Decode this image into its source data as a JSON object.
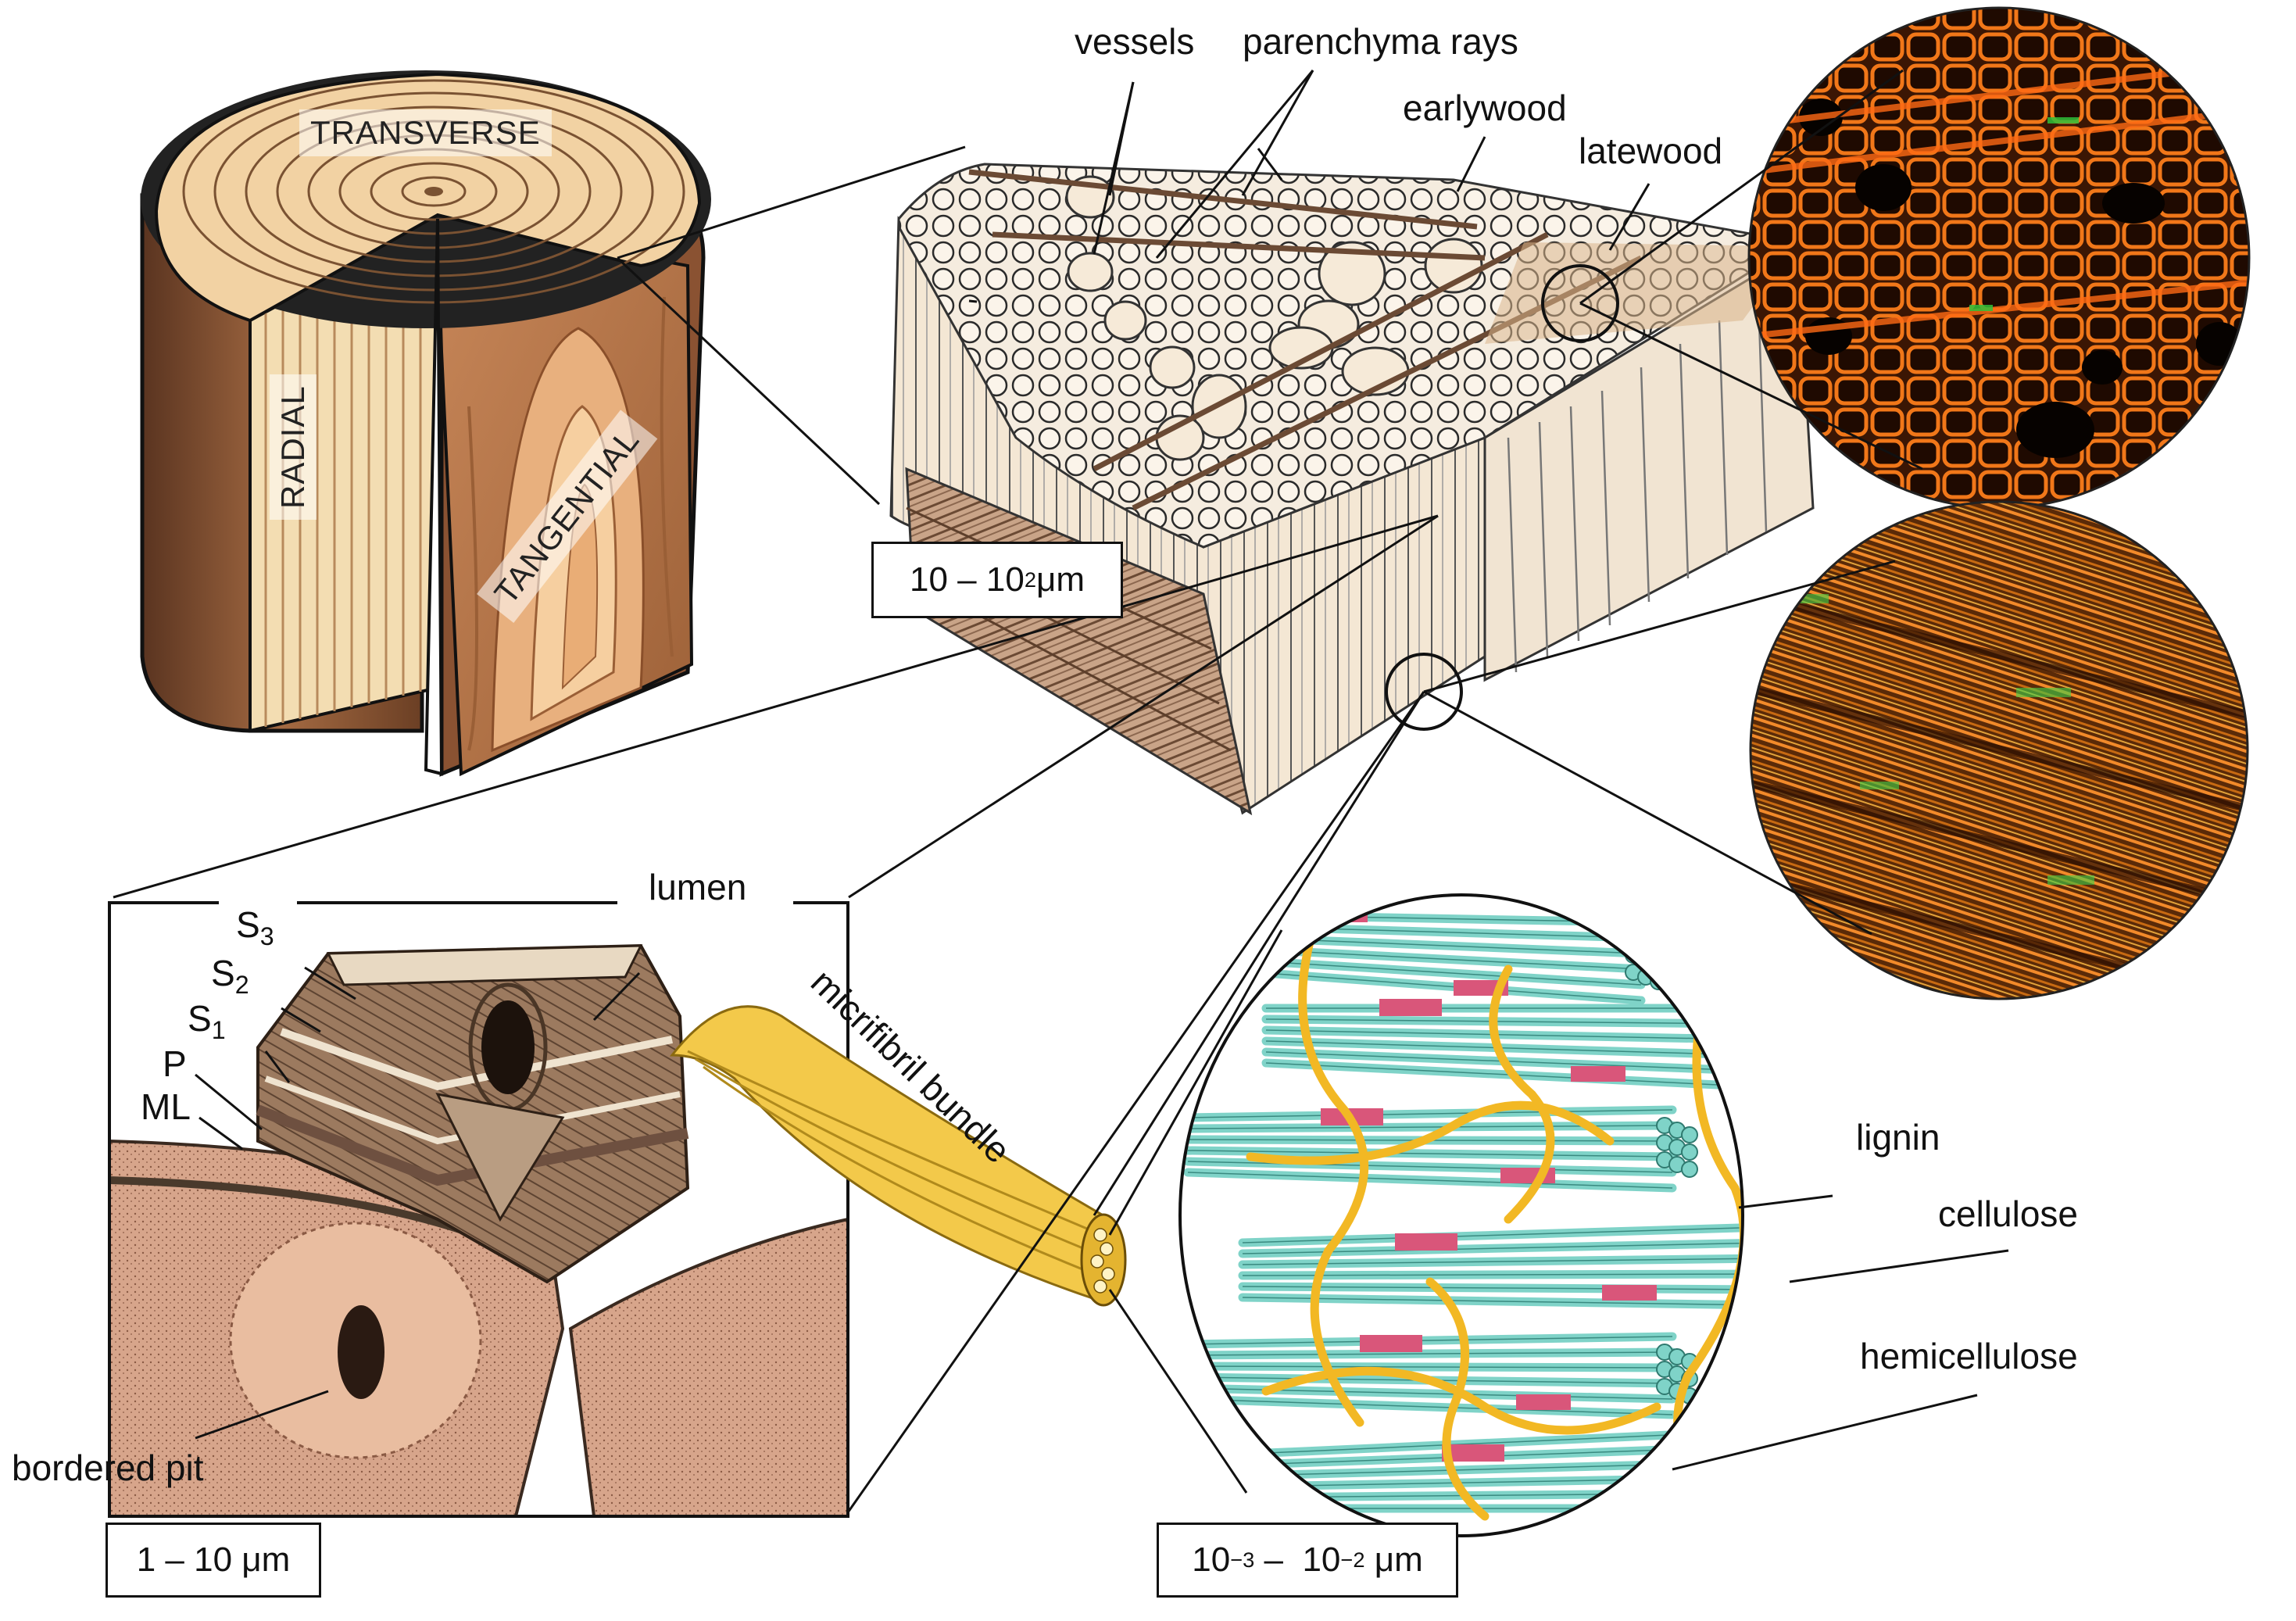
{
  "faces": {
    "transverse": "TRANSVERSE",
    "radial": "RADIAL",
    "tangential": "TANGENTIAL"
  },
  "labels": {
    "vessels": "vessels",
    "parenchyma_rays": "parenchyma rays",
    "earlywood": "earlywood",
    "latewood": "latewood",
    "lumen": "lumen",
    "s3": "S",
    "s3_sub": "3",
    "s2": "S",
    "s2_sub": "2",
    "s1": "S",
    "s1_sub": "1",
    "p": "P",
    "ml": "ML",
    "bordered_pit": "bordered pit",
    "micrifibril_bundle": "micrifibril bundle",
    "lignin": "lignin",
    "cellulose": "cellulose",
    "hemicellulose": "hemicellulose"
  },
  "scales": {
    "wood_tissue": {
      "base": "10 – 10",
      "exp": "2",
      "unit": " μm"
    },
    "cell_wall": {
      "text": "1 – 10 μm"
    },
    "molecular": {
      "base1": "10",
      "exp1": "−3",
      "mid": " –  10",
      "exp2": "−2",
      "unit": " μm"
    }
  },
  "colors": {
    "wood_light": "#f3d9b3",
    "wood_mid": "#c98e62",
    "wood_dark": "#7a4a2c",
    "cellulose": "#7fd3c8",
    "lignin": "#f2b824",
    "hemicellulose": "#d9567a",
    "micro_bg": "#1a0c05",
    "micro_orange": "#f07a1c"
  }
}
